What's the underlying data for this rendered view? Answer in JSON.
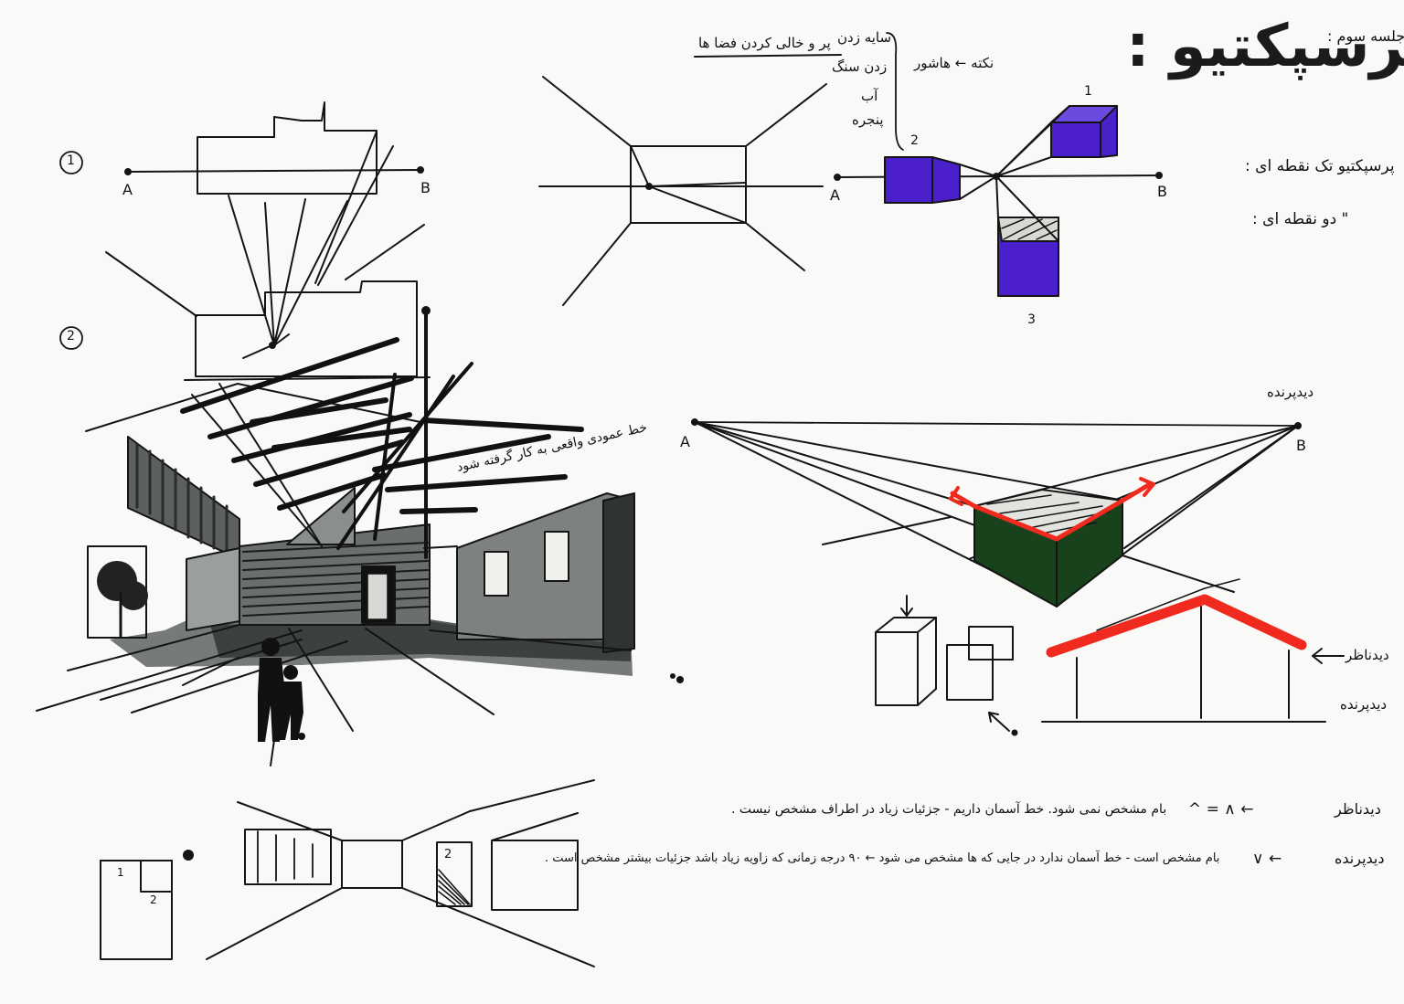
{
  "header": {
    "session": "جلسه سوم :",
    "title": "پرسپکتیو :"
  },
  "side_notes": {
    "one_point": "پرسپکتیو تک نقطه ای :",
    "two_point": "\" دو نقطه ای :"
  },
  "top_notes": {
    "hatching": "نکته ← هاشور",
    "shading": "سایه زدن",
    "stone": "زدن سنگ",
    "water": "آب",
    "window": "پنجره",
    "fill_spaces": "پر و خالی کردن فضا ها"
  },
  "figure_numbers": {
    "one": "1",
    "two": "2"
  },
  "labels": {
    "a1": "A",
    "b1": "B",
    "a2": "A",
    "b2": "B",
    "a3": "A",
    "b3": "B",
    "cube1": "1",
    "cube2": "2",
    "cube3": "3",
    "viewer_top": "دیدپرنده",
    "viewer_human": "دیدناظر",
    "viewer_bird2": "دیدپرنده",
    "vertical_line": "خط عمودی واقعی به کار گرفته شود",
    "room_one": "1",
    "room_two": "2",
    "room_door": "2"
  },
  "notes": {
    "line1_prefix": "دیدناظر",
    "line1_sym": "^ = ∧ ←",
    "line1_text": "بام مشخص نمی شود. خط آسمان داریم - جزئیات زیاد در اطراف مشخص نیست .",
    "line2_prefix": "دیدپرنده",
    "line2_sym": "∨ ←",
    "line2_text": "بام مشخص است - خط آسمان ندارد در جایی که ها مشخص می شود ← ۹۰ درجه زمانی که زاویه زیاد باشد جزئیات بیشتر مشخص است ."
  },
  "colors": {
    "ink": "#141414",
    "violet": "#4b1fc9",
    "green": "#17421b",
    "red": "#f02a1e",
    "grey": "#5f6462",
    "paper": "#f9f9f7"
  }
}
